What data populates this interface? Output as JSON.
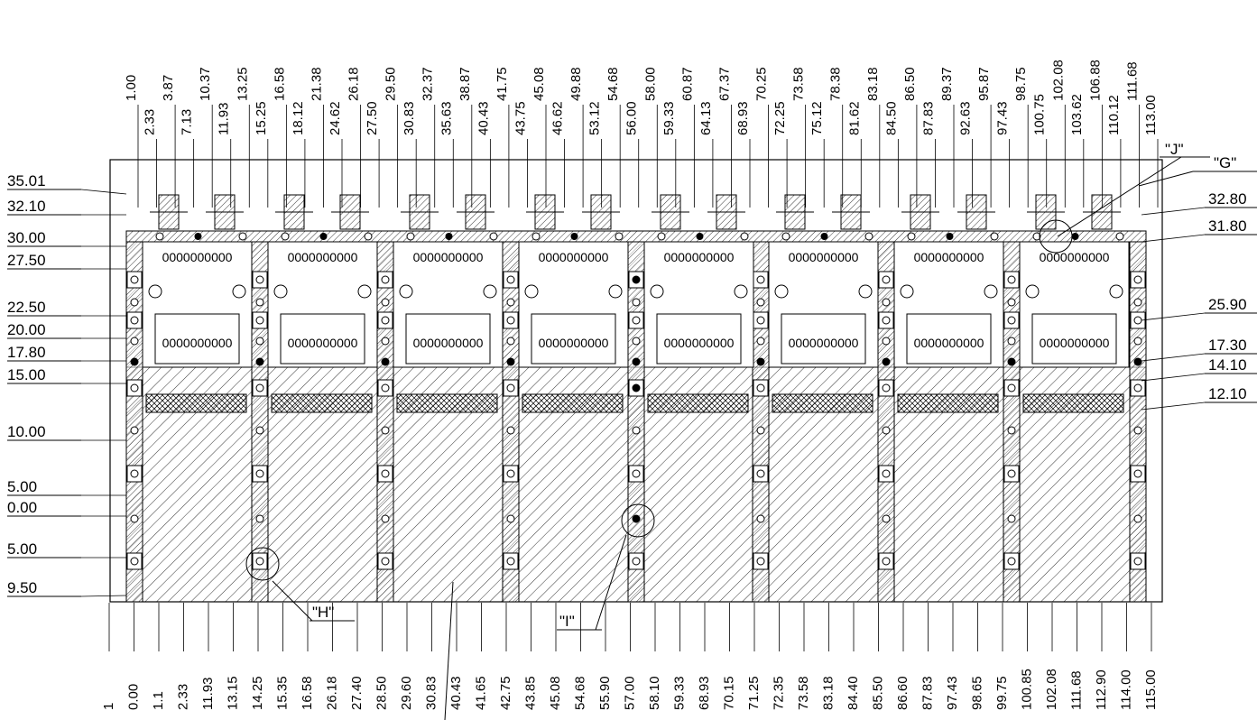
{
  "top_dims": [
    "1.00",
    "2.33",
    "3.87",
    "7.13",
    "10.37",
    "11.93",
    "13.25",
    "15.25",
    "16.58",
    "18.12",
    "21.38",
    "24.62",
    "26.18",
    "27.50",
    "29.50",
    "30.83",
    "32.37",
    "35.63",
    "38.87",
    "40.43",
    "41.75",
    "43.75",
    "45.08",
    "46.62",
    "49.88",
    "53.12",
    "54.68",
    "56.00",
    "58.00",
    "59.33",
    "60.87",
    "64.13",
    "67.37",
    "68.93",
    "70.25",
    "72.25",
    "73.58",
    "75.12",
    "78.38",
    "81.62",
    "83.18",
    "84.50",
    "86.50",
    "87.83",
    "89.37",
    "92.63",
    "95.87",
    "97.43",
    "98.75",
    "100.75",
    "102.08",
    "103.62",
    "106.88",
    "110.12",
    "111.68",
    "113.00"
  ],
  "bottom_dims": [
    "1",
    "0.00",
    "1.1",
    "2.33",
    "11.93",
    "13.15",
    "14.25",
    "15.35",
    "16.58",
    "26.18",
    "27.40",
    "28.50",
    "29.60",
    "30.83",
    "40.43",
    "41.65",
    "42.75",
    "43.85",
    "45.08",
    "54.68",
    "55.90",
    "57.00",
    "58.10",
    "59.33",
    "68.93",
    "70.15",
    "71.25",
    "72.35",
    "73.58",
    "83.18",
    "84.40",
    "85.50",
    "86.60",
    "87.83",
    "97.43",
    "98.65",
    "99.75",
    "100.85",
    "102.08",
    "111.68",
    "112.90",
    "114.00",
    "115.00"
  ],
  "left_levels": [
    "35.01",
    "32.10",
    "30.00",
    "27.50",
    "22.50",
    "20.00",
    "17.80",
    "15.00",
    "10.00",
    "5.00",
    "0.00",
    "5.00",
    "9.50"
  ],
  "right_levels": [
    "32.80",
    "31.80",
    "25.90",
    "17.30",
    "14.10",
    "12.10"
  ],
  "callouts": {
    "G": "\"G\"",
    "J": "\"J\"",
    "H": "\"H\"",
    "I": "\"I\""
  },
  "module_label": "0000000000",
  "module_count": 8,
  "colors": {
    "line": "#000000",
    "background": "#ffffff"
  }
}
